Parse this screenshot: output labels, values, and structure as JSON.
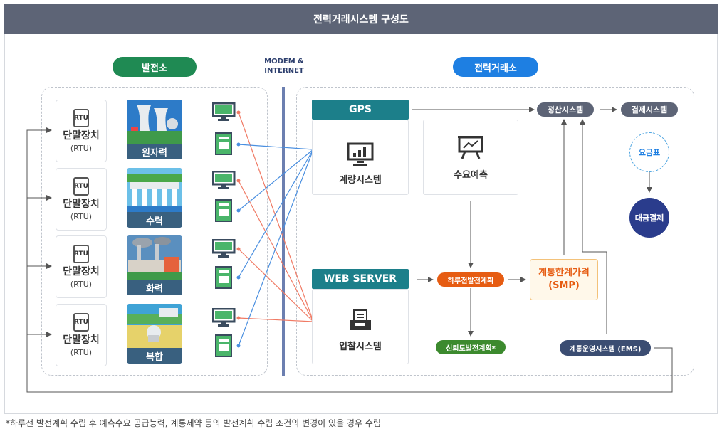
{
  "title": "전력거래시스템 구성도",
  "left_section": {
    "label": "발전소",
    "color": "#1f8a53",
    "rows": [
      {
        "terminal_label": "단말장치",
        "terminal_sub": "(RTU)",
        "terminal_icon_text": "RTU",
        "plant": "원자력"
      },
      {
        "terminal_label": "단말장치",
        "terminal_sub": "(RTU)",
        "terminal_icon_text": "RTU",
        "plant": "수력"
      },
      {
        "terminal_label": "단말장치",
        "terminal_sub": "(RTU)",
        "terminal_icon_text": "RTU",
        "plant": "화력"
      },
      {
        "terminal_label": "단말장치",
        "terminal_sub": "(RTU)",
        "terminal_icon_text": "RTU",
        "plant": "복합"
      }
    ]
  },
  "network": {
    "line1": "MODEM &",
    "line2": "INTERNET"
  },
  "right_section": {
    "label": "전력거래소",
    "color": "#1e7fe2",
    "gps": "GPS",
    "metering": "계량시스템",
    "demand": "수요예측",
    "web_server": "WEB SERVER",
    "bidding": "입찰시스템",
    "day_ahead": "하루전발전계획",
    "reliability": "신뢰도발전계획*",
    "smp_line1": "계통한계가격",
    "smp_line2": "(SMP)",
    "settlement": "정산시스템",
    "payment": "결제시스템",
    "tariff": "요금표",
    "billing": "대금결제",
    "ems": "계통운영시스템 (EMS)"
  },
  "colors": {
    "header_bar": "#5d6476",
    "teal": "#1c7f8a",
    "day_ahead": "#e65c12",
    "reliability": "#3c8a2e",
    "dark_tag": "#5d6476",
    "navy": "#2a3c8c",
    "smp_border": "#f3c27a",
    "smp_bg": "#fff8ea",
    "line_red": "#f07a64",
    "line_blue": "#4a8fe0",
    "network_bar": "#6c7fb0"
  },
  "footnote": "*하루전 발전계획 수립 후 예측수요 공급능력, 계통제약 등의 발전계획 수립 조건의 변경이 있을 경우 수립"
}
